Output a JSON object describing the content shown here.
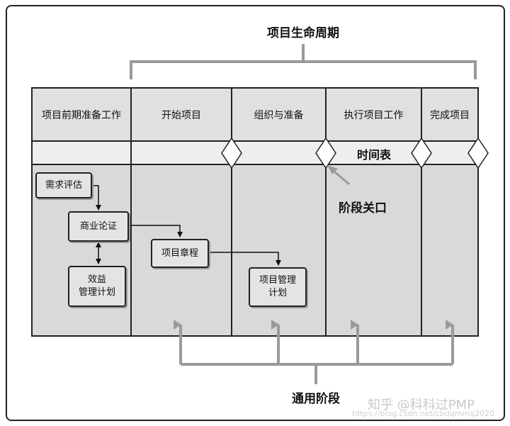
{
  "title": "项目生命周期",
  "phases": [
    "项目前期准备工作",
    "开始项目",
    "组织与准备",
    "执行项目工作",
    "完成项目"
  ],
  "timeline_label": "时间表",
  "gate_label": "阶段关口",
  "boxes": {
    "needs": "需求评估",
    "business": "商业论证",
    "benefits": "效益\n管理计划",
    "charter": "项目章程",
    "plan": "项目管理\n计划"
  },
  "footer_label": "通用阶段",
  "watermark": "知乎 @科科过PMP",
  "url": "https://blog.csdn.net/cbdqmmq2020"
}
